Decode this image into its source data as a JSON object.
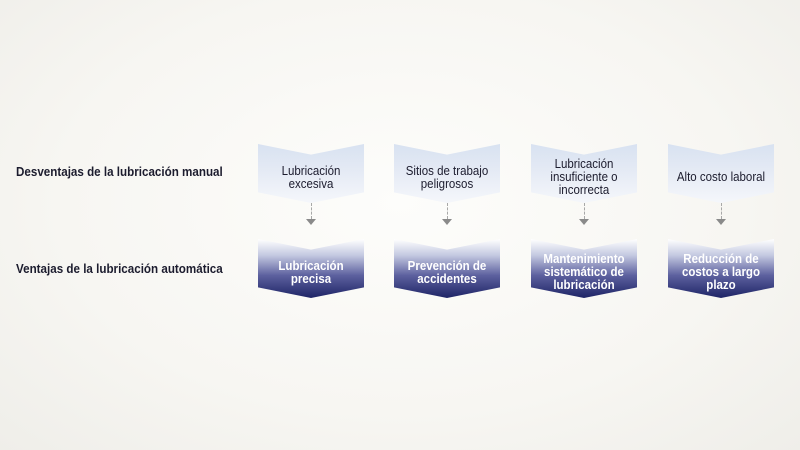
{
  "rows": {
    "top_label": "Desventajas de la lubricación manual",
    "bottom_label": "Ventajas de la lubricación automática"
  },
  "columns": [
    {
      "disadvantage": "Lubricación excesiva",
      "advantage": "Lubricación precisa"
    },
    {
      "disadvantage": "Sitios de trabajo peligrosos",
      "advantage": "Prevención de accidentes"
    },
    {
      "disadvantage": "Lubricación insuficiente o incorrecta",
      "advantage": "Mantenimiento sistemático de lubricación"
    },
    {
      "disadvantage": "Alto costo laboral",
      "advantage": "Reducción de costos a largo plazo"
    }
  ],
  "colors": {
    "top_chevron": "#dfe6f3",
    "bottom_chevron": "#1e2466",
    "arrow": "#8a8a8a"
  }
}
